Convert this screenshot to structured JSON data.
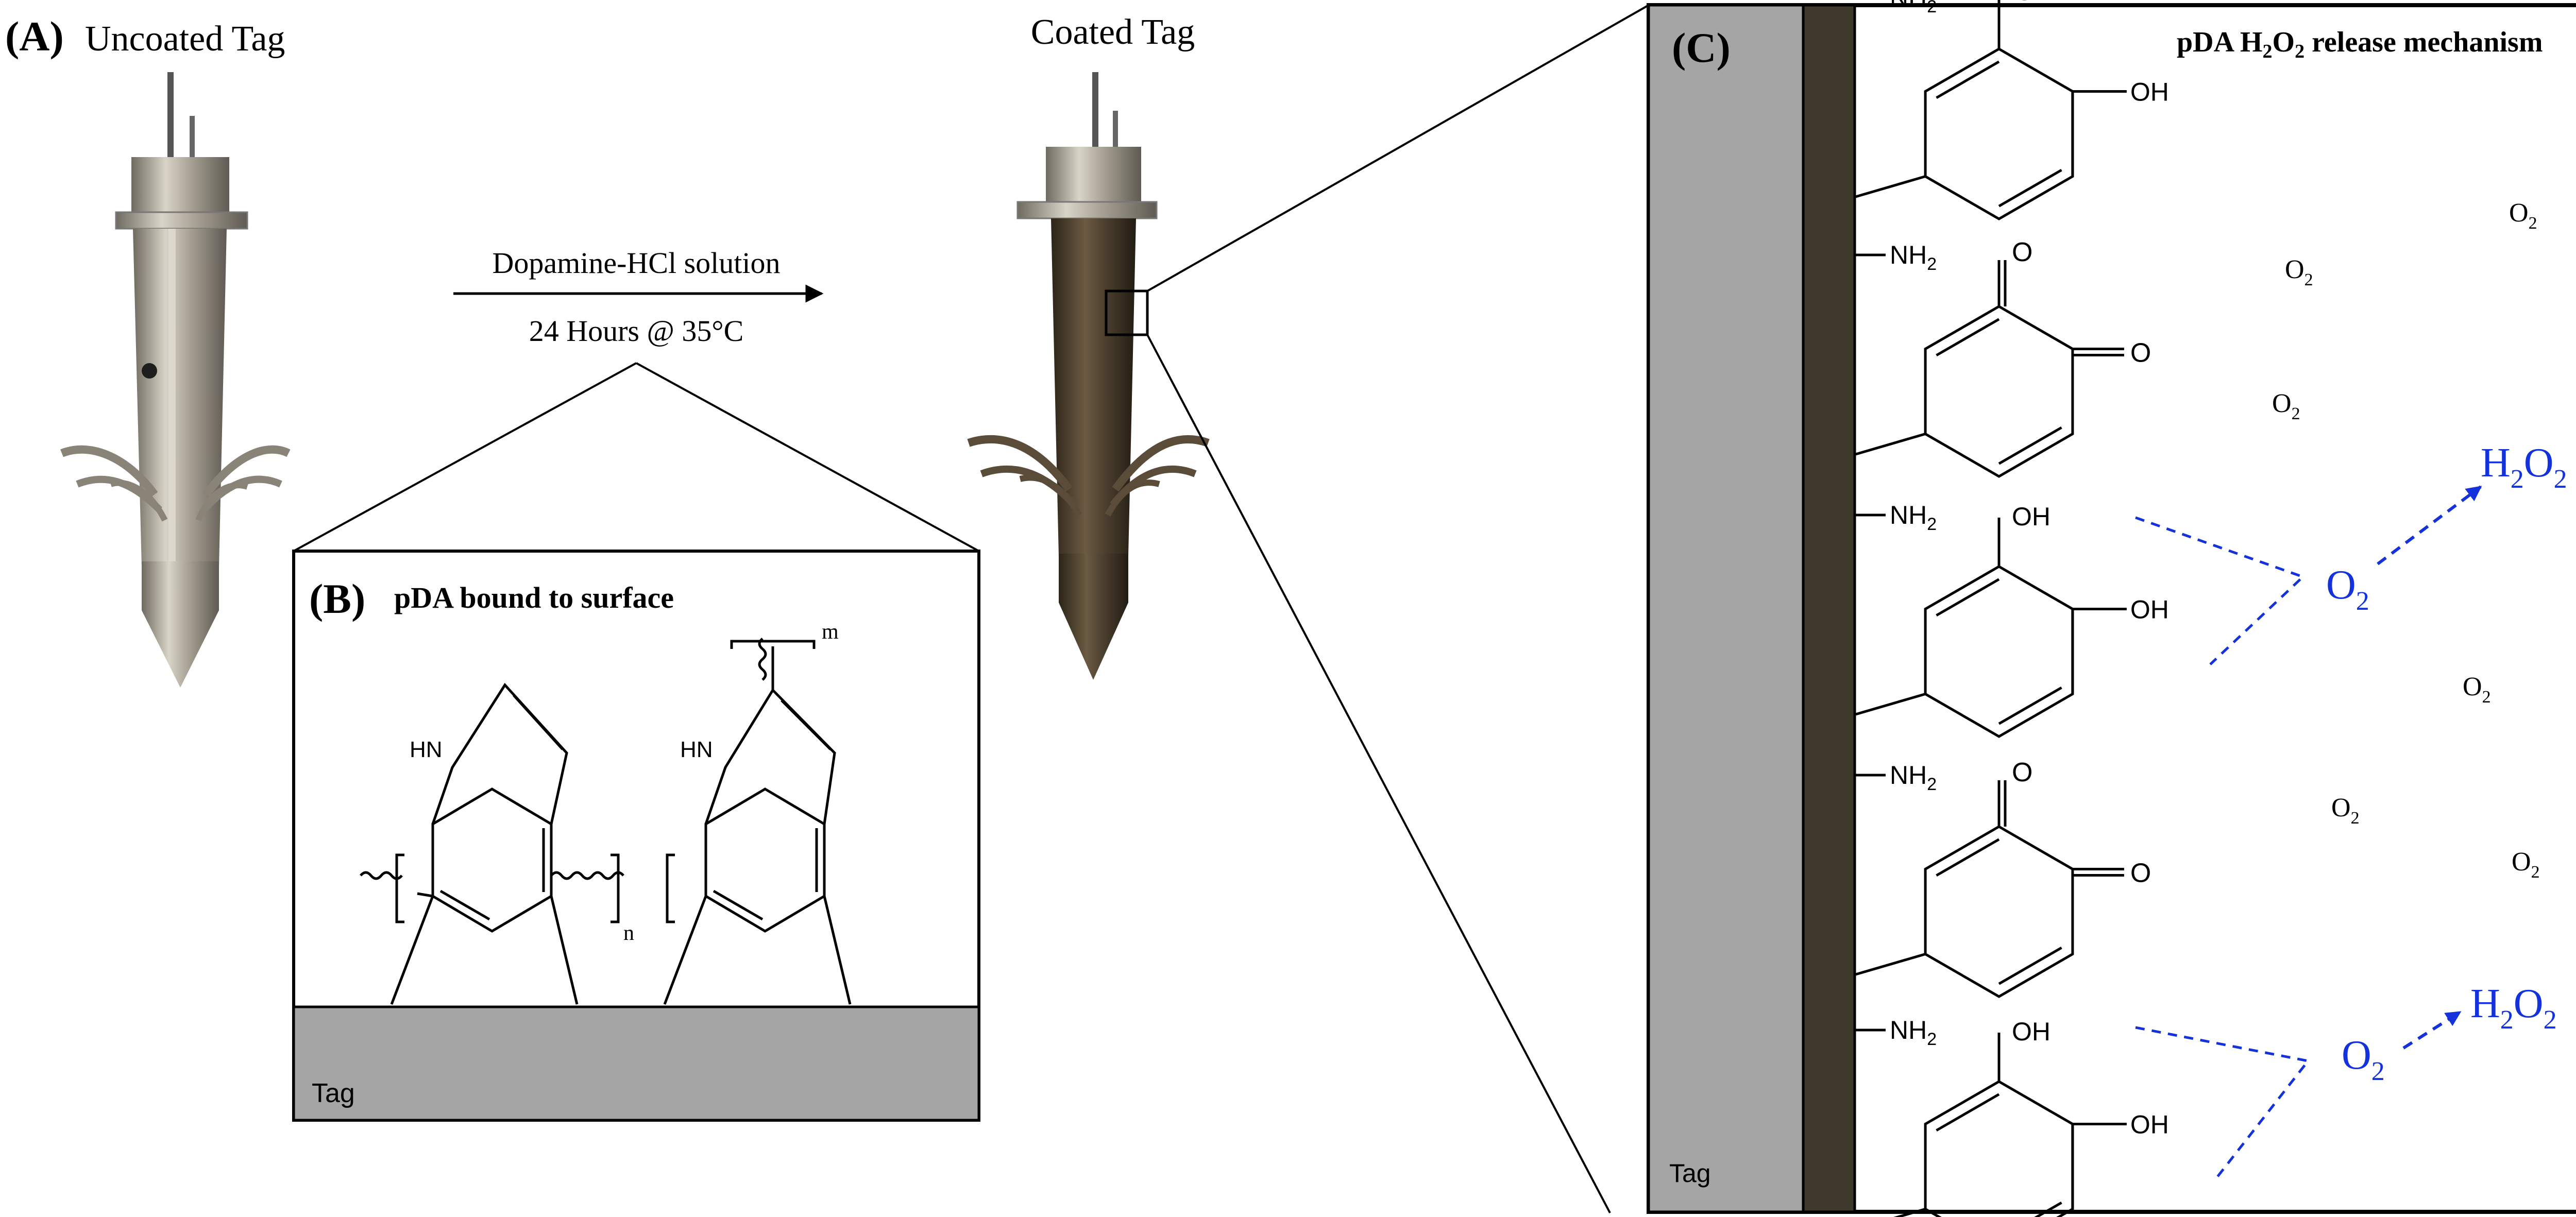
{
  "panelA": {
    "letter": "(A)",
    "title": "Uncoated Tag"
  },
  "coated": {
    "title": "Coated Tag"
  },
  "arrow": {
    "top": "Dopamine-HCl solution",
    "bottom": "24 Hours @ 35°C"
  },
  "panelB": {
    "letter": "(B)",
    "title": "pDA bound to surface",
    "surface_label": "Tag",
    "nh": "HN",
    "n_sub": "n",
    "m_sub": "m"
  },
  "panelC": {
    "letter": "(C)",
    "title_pre": "pDA H",
    "title_sub1": "2",
    "title_mid": "O",
    "title_sub2": "2",
    "title_post": " release mechanism",
    "surface_label": "Tag",
    "nh2": "NH",
    "nh2_sub": "2",
    "oh": "OH",
    "oh_top": "OH",
    "o": "O",
    "o2": "O",
    "o2_sub": "2",
    "h": "H",
    "h_sub": "2"
  },
  "colors": {
    "surface_gray": "#a5a5a5",
    "coating_brown": "#3e392b",
    "mechanism_blue": "#1432dc",
    "metal": "#b9b3a6",
    "coated_metal": "#4a3f30"
  }
}
